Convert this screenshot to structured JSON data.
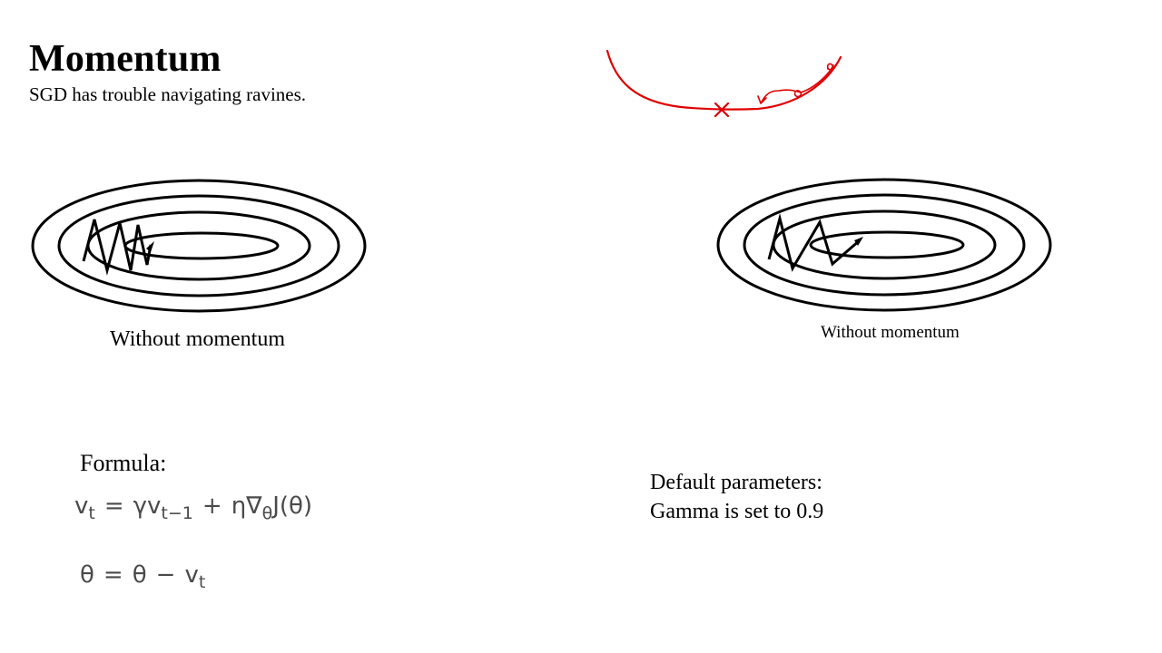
{
  "slide": {
    "title": "Momentum",
    "subtitle": "SGD has trouble navigating ravines."
  },
  "figures": {
    "left_caption": "Without momentum",
    "right_caption": "Without momentum"
  },
  "formula": {
    "label": "Formula:",
    "eq1": {
      "lhs": "v",
      "lhs_sub": "t",
      "op1": "=",
      "gamma_term": "γv",
      "gamma_sub": "t−1",
      "op2": "+",
      "grad_term": "η∇",
      "grad_sub": "θ",
      "func": "J(θ)"
    },
    "eq2": {
      "lhs": "θ",
      "op1": "=",
      "rhs1": "θ",
      "op2": "−",
      "rhs2": "v",
      "rhs2_sub": "t"
    }
  },
  "params": {
    "line1": "Default parameters:",
    "line2": "Gamma is set to 0.9"
  },
  "colors": {
    "annotation": "#e00000",
    "equation": "#4a4a4a"
  }
}
